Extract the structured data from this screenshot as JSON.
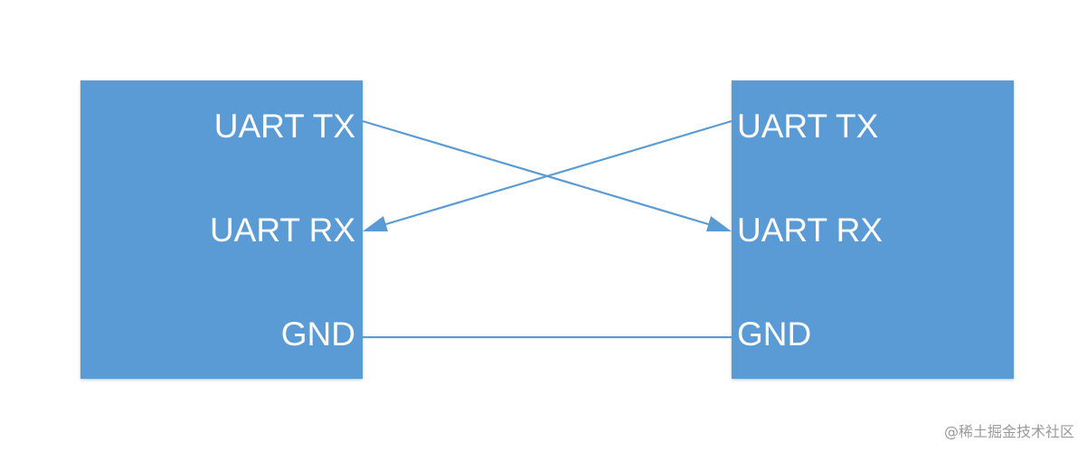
{
  "colors": {
    "block_fill": "#5b9bd5",
    "wire": "#5b9bd5",
    "pin_text": "#ffffff"
  },
  "left_device": {
    "pins": {
      "tx": "UART TX",
      "rx": "UART RX",
      "gnd": "GND"
    }
  },
  "right_device": {
    "pins": {
      "tx": "UART TX",
      "rx": "UART RX",
      "gnd": "GND"
    }
  },
  "connections": [
    {
      "from": "left.UART TX",
      "to": "right.UART RX",
      "arrow": "right"
    },
    {
      "from": "right.UART TX",
      "to": "left.UART RX",
      "arrow": "left"
    },
    {
      "from": "left.GND",
      "to": "right.GND",
      "arrow": "none"
    }
  ],
  "watermark": "@稀土掘金技术社区"
}
